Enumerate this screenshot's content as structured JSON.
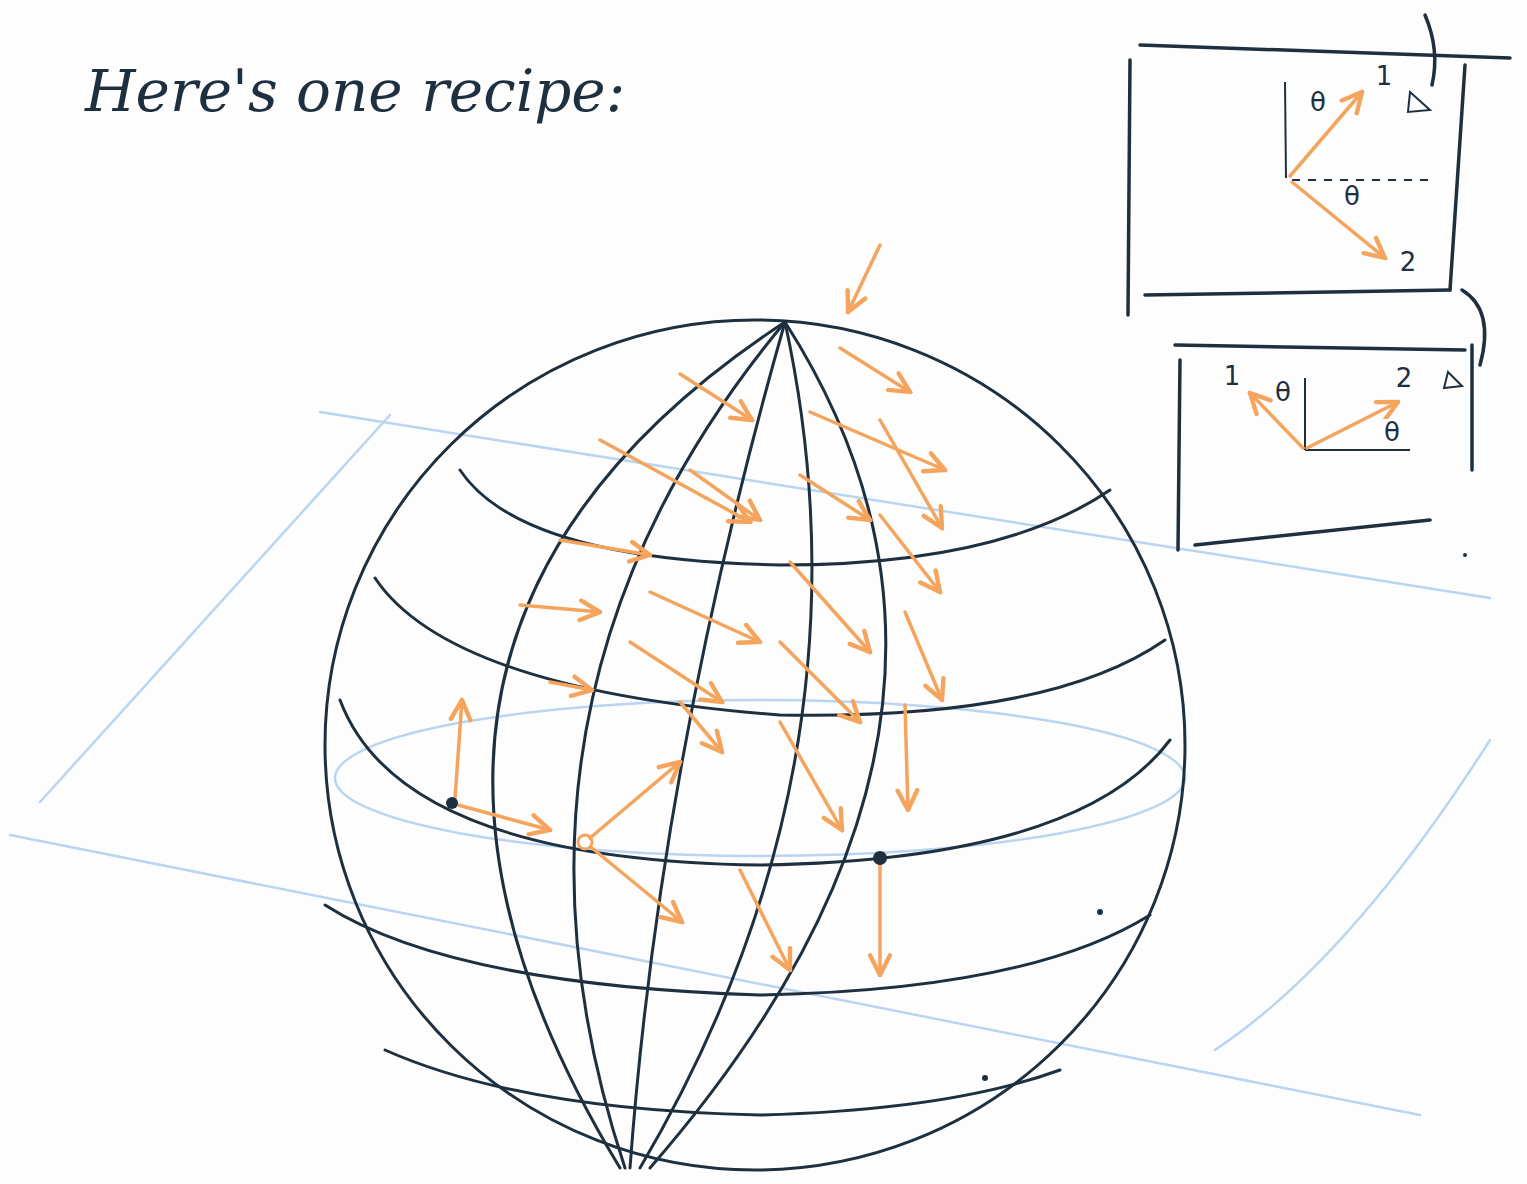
{
  "diagram": {
    "title": "Here's one recipe:",
    "labels": [
      "θ",
      "1",
      "θ",
      "2",
      "1",
      "θ",
      "2",
      "θ"
    ]
  }
}
